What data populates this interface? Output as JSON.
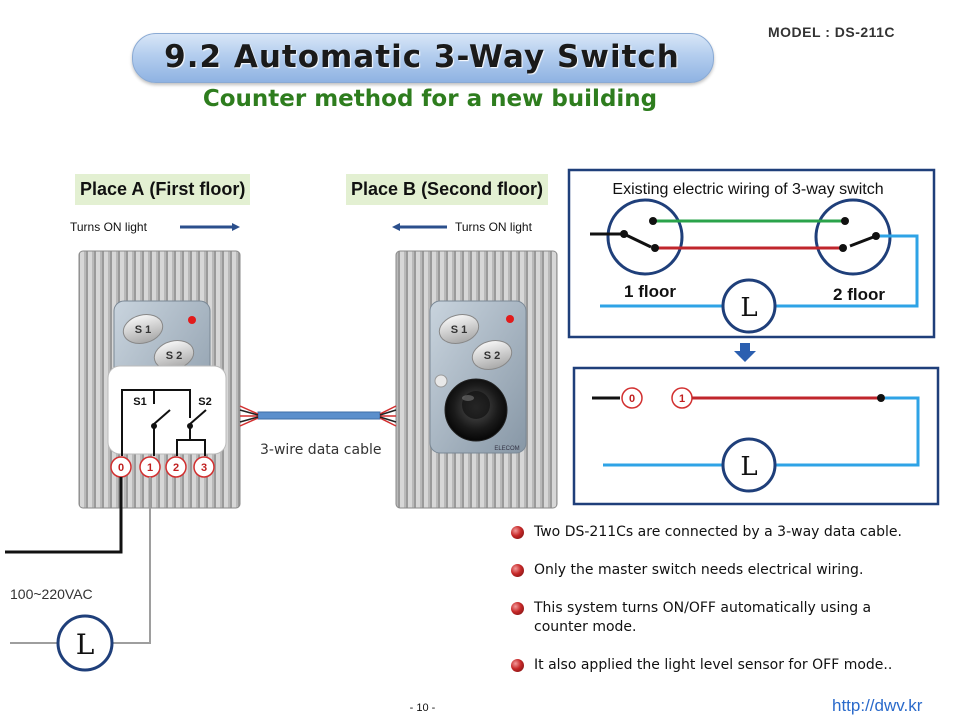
{
  "header": {
    "title": "9.2  Automatic  3-Way Switch",
    "model": "MODEL :  DS-211C",
    "subtitle": "Counter method for a new building"
  },
  "place_a": {
    "name": "Place A",
    "paren": "(First floor)",
    "turns_on": "Turns ON light"
  },
  "place_b": {
    "name": "Place B",
    "paren": "(Second floor)",
    "turns_on": "Turns ON light"
  },
  "switch_a": {
    "buttons": [
      "S 1",
      "S 2"
    ],
    "circuit_labels": [
      "S1",
      "S2"
    ],
    "terminals": [
      "0",
      "1",
      "2",
      "3"
    ]
  },
  "switch_b": {
    "buttons": [
      "S 1",
      "S 2"
    ],
    "brand": "ELECOM"
  },
  "cable_label": "3-wire data cable",
  "voltage_label": "100~220VAC",
  "lamp_symbol": "L",
  "existing_diagram": {
    "title": "Existing electric wiring of 3-way switch",
    "floor1": "1 floor",
    "floor2": "2 floor",
    "lamp": "L"
  },
  "new_diagram": {
    "terminals": [
      "0",
      "1"
    ],
    "lamp": "L"
  },
  "bullets": [
    "Two DS-211Cs are connected by a 3-way data cable.",
    "Only the master switch needs electrical wiring.",
    "This system turns ON/OFF automatically using a counter mode.",
    "It also applied the light level sensor for OFF mode.."
  ],
  "footer": {
    "page": "- 10 -",
    "url": "http://dwv.kr"
  },
  "colors": {
    "green_wire": "#2aa34a",
    "red_wire": "#c0262c",
    "blue_wire": "#2ea3e6",
    "frame_navy": "#1f3f7a",
    "subtitle_green": "#2e7d1e"
  }
}
